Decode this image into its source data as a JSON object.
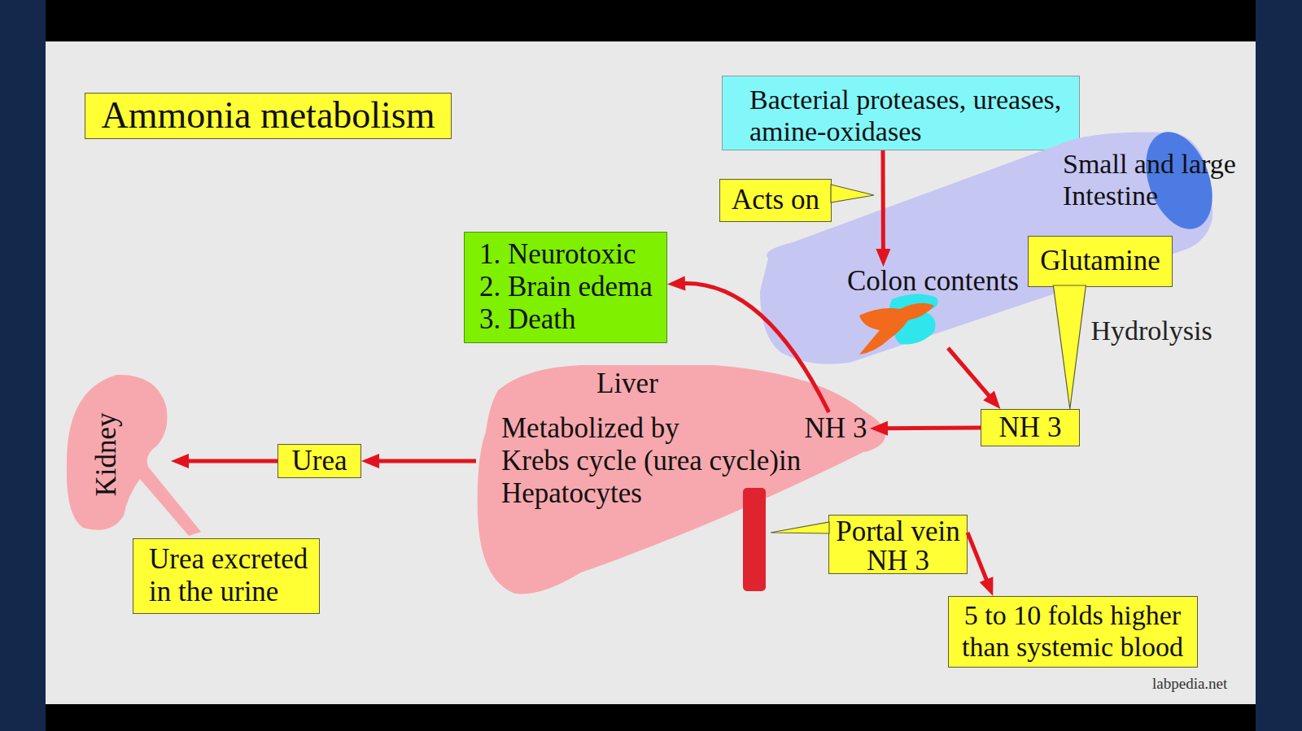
{
  "diagram": {
    "title": "Ammonia metabolism",
    "nodes": [
      {
        "text": [
          "Bacterial proteases, ureases, amine-oxidases"
        ]
      },
      {
        "text": [
          "Small and large Intestine"
        ]
      },
      {
        "text": [
          "Colon contents"
        ],
        "in": 1
      },
      {
        "text": [
          "Acts on"
        ]
      },
      {
        "text": [
          "Glutamine"
        ]
      },
      {
        "text": [
          "1. Neurotoxic",
          "2. Brain edema",
          "3. Death"
        ]
      },
      {
        "text": [
          "Liver",
          "Metabolized by Krebs cycle (urea cycle)in Hepatocytes"
        ]
      },
      {
        "text": [
          "NH 3"
        ],
        "in": 6
      },
      {
        "text": [
          "NH 3"
        ]
      },
      {
        "text": [
          "Urea"
        ]
      },
      {
        "text": [
          "Kidney"
        ]
      },
      {
        "text": [
          "Urea excreted in the urine"
        ]
      },
      {
        "text": [
          "Portal vein NH 3"
        ]
      },
      {
        "text": [
          "5 to 10 folds higher than systemic blood"
        ]
      }
    ],
    "edges": [
      {
        "from": 0,
        "to": 2,
        "arrow": "to"
      },
      {
        "from": 2,
        "to": 8,
        "arrow": "to"
      },
      {
        "from": 4,
        "to": 8,
        "label": "Hydrolysis",
        "arrow": "to"
      },
      {
        "from": 8,
        "to": 7,
        "arrow": "to"
      },
      {
        "from": 7,
        "to": 5,
        "arrow": "to"
      },
      {
        "from": 6,
        "to": 9,
        "arrow": "to"
      },
      {
        "from": 9,
        "to": 10,
        "arrow": "to"
      },
      {
        "from": 12,
        "to": 13,
        "arrow": "to"
      }
    ],
    "labels": [
      "labpedia.net"
    ]
  }
}
